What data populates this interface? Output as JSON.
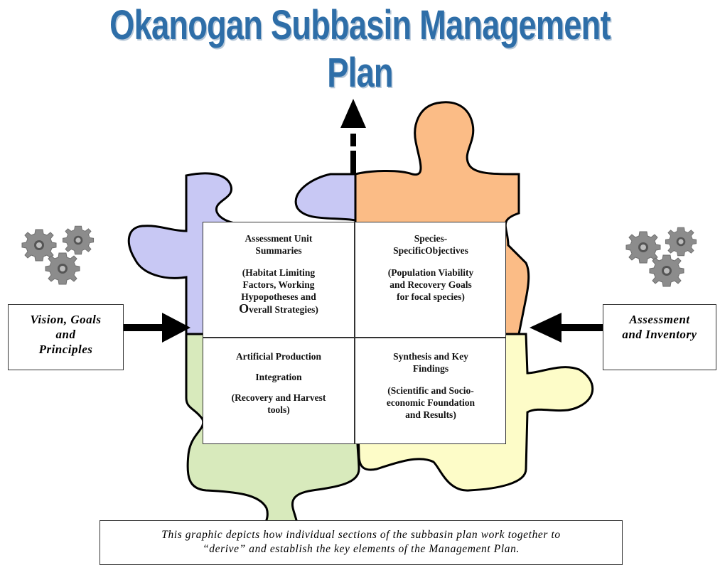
{
  "title": "Okanogan Subbasin Management Plan",
  "colors": {
    "title": "#2e6ea8",
    "piece_purple": "#c8c8f4",
    "piece_orange": "#fbbc86",
    "piece_green": "#d8eabc",
    "piece_yellow": "#fdfcc8",
    "arrow": "#000000",
    "gear": "#9a9a9a"
  },
  "icons": [
    "gear-cluster-left-icon",
    "gear-cluster-right-icon",
    "arrow-right-icon",
    "arrow-left-icon",
    "arrow-up-icon"
  ],
  "quadrants": {
    "top_left": {
      "heading_1": "Assessment Unit",
      "heading_2": "Summaries",
      "body_1": "(Habitat Limiting",
      "body_2": "Factors, Working",
      "body_3": "Hypopotheses and",
      "body_4_first_letter": "O",
      "body_4_rest": "verall Strategies)"
    },
    "top_right": {
      "heading_1": "Species-",
      "heading_2": "SpecificObjectives",
      "body_1": "(Population Viability",
      "body_2": "and Recovery Goals",
      "body_3": "for focal species)"
    },
    "bottom_left": {
      "heading_1": "Artificial Production",
      "heading_2": "Integration",
      "body_1": "(Recovery and Harvest",
      "body_2": "tools)"
    },
    "bottom_right": {
      "heading_1": "Synthesis and Key",
      "heading_2": "Findings",
      "body_1": "(Scientific and Socio-",
      "body_2": "economic Foundation",
      "body_3": "and Results)"
    }
  },
  "left_box": {
    "line_1": "Vision, Goals",
    "line_2": "and",
    "line_3": "Principles"
  },
  "right_box": {
    "line_1": "Assessment",
    "line_2": "and Inventory"
  },
  "caption": {
    "line_1": "This graphic depicts how individual sections of the subbasin plan work together to",
    "line_2": "“derive” and establish the key elements of the Management Plan."
  }
}
